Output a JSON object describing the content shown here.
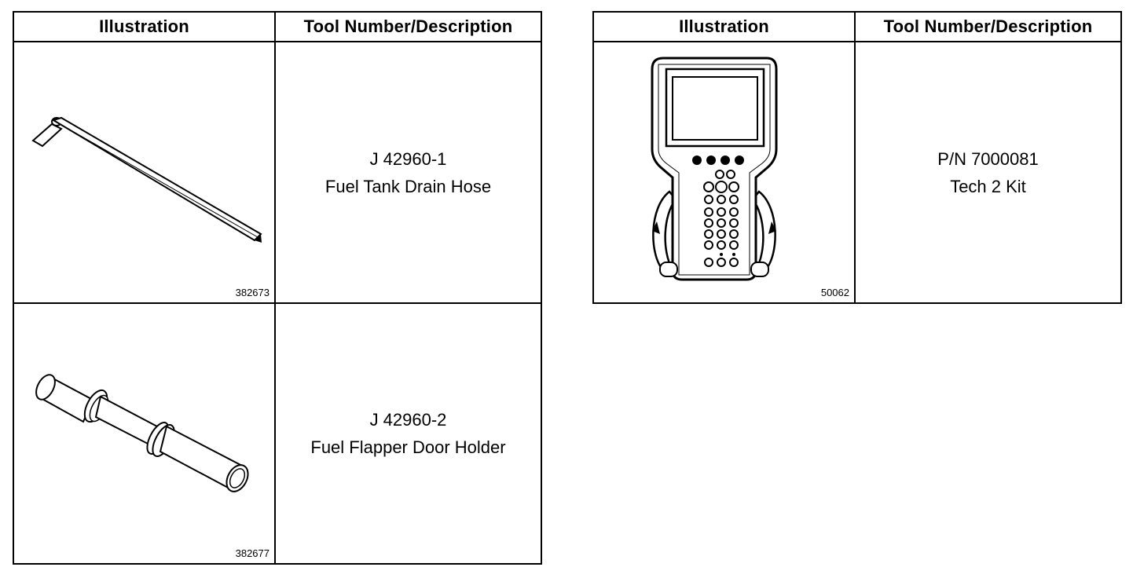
{
  "tables": [
    {
      "headers": {
        "illustration": "Illustration",
        "tool": "Tool Number/Description"
      },
      "rows": [
        {
          "figure_number": "382673",
          "tool_number": "J 42960-1",
          "description": "Fuel Tank Drain Hose",
          "icon": "drain-hose-drawing"
        },
        {
          "figure_number": "382677",
          "tool_number": "J 42960-2",
          "description": "Fuel Flapper Door Holder",
          "icon": "flapper-door-holder-drawing"
        }
      ]
    },
    {
      "headers": {
        "illustration": "Illustration",
        "tool": "Tool Number/Description"
      },
      "rows": [
        {
          "figure_number": "50062",
          "tool_number": "P/N 7000081",
          "description": "Tech 2 Kit",
          "icon": "tech2-scan-tool-drawing"
        }
      ]
    }
  ]
}
